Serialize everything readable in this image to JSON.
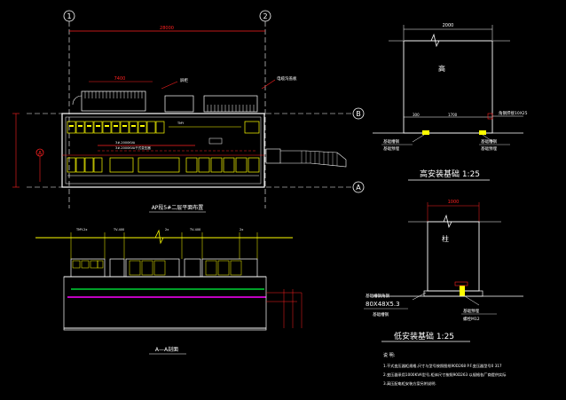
{
  "plan": {
    "axes": {
      "axis1": "1",
      "axis2": "2",
      "axisB": "B",
      "axisA": "A"
    },
    "overall_dim": "28000",
    "left_dim": "7400",
    "section_marker": "A",
    "title": "AP段5#二层平面布置",
    "notes": {
      "n1": "屏柜",
      "n2": "电缆沟盖板",
      "n3": "3#-2000KVA",
      "n4": "3#-2000KVA干式变压器",
      "n5": "TMY"
    }
  },
  "section": {
    "title": "A—A剖面",
    "labels": [
      "TMY-2x",
      "TV-400",
      "2x",
      "TV-400",
      "2x"
    ]
  },
  "high_detail": {
    "title": "高安装基础  1:25",
    "top_dim": "2000",
    "center_label": "高",
    "dims": [
      "300",
      "1700"
    ],
    "callout_right": "角钢焊接10X25",
    "left_note1": "基础槽钢",
    "left_note2": "基础预埋",
    "right_note1": "基础槽钢",
    "right_note2": "基础预埋"
  },
  "low_detail": {
    "title": "低安装基础  1:25",
    "top_dim": "1000",
    "center_label": "柱",
    "left_note1": "基础槽钢角钢",
    "left_note2": "80X48X5.3",
    "left_note3": "基础槽钢",
    "right_note1": "基础预埋",
    "right_note2": "螺栓M12"
  },
  "notes": {
    "heading": "说  明:",
    "items": [
      "1.干式变压器柜规格,尺寸与型号按照图纸90D268  P.F.变压器型号0  317",
      "2.变压器采用1000KVA型号,柜体尺寸按照90D263  以规格各厂商提供实际",
      "3.高压配电柜安装方案另附说明."
    ]
  },
  "colors": {
    "background": "#000000",
    "yellow": "#ffff00",
    "white": "#ffffff",
    "red": "#ff2020",
    "cyan": "#00ffff",
    "green": "#00ff40",
    "magenta": "#ff00ff",
    "orange": "#ff8000"
  }
}
